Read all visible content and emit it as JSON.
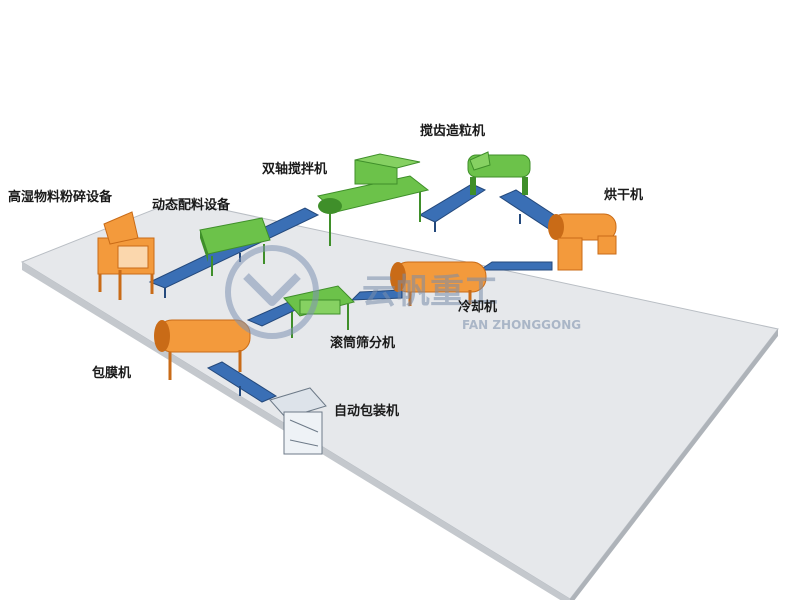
{
  "labels": {
    "crusher": "高湿物料粉碎设备",
    "batching": "动态配料设备",
    "mixer": "双轴搅拌机",
    "granulator": "搅齿造粒机",
    "dryer": "烘干机",
    "cooler": "冷却机",
    "screener": "滚筒筛分机",
    "coating": "包膜机",
    "packing": "自动包装机"
  },
  "watermark": {
    "cn": "云帆重工",
    "en": "FAN ZHONGGONG"
  },
  "colors": {
    "floor_top": "#e6e8eb",
    "floor_side": "#c4c8cd",
    "green": "#6cc24a",
    "green_dark": "#3f8f2a",
    "orange": "#f39a3c",
    "orange_dark": "#c96b17",
    "conveyor": "#3a6fb5",
    "conveyor_dark": "#24497c"
  }
}
